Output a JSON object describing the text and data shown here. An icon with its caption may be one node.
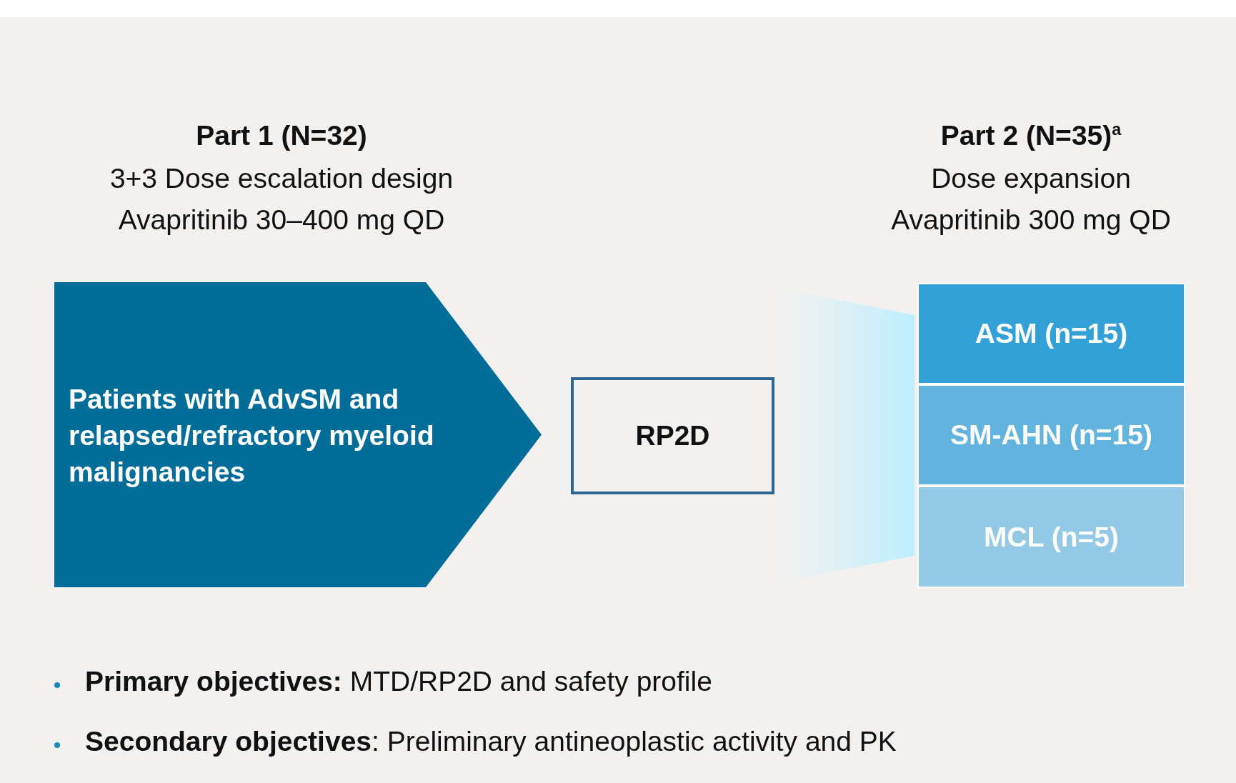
{
  "diagram": {
    "nodes": [
      {
        "text": [
          "Patients with AdvSM and relapsed/refractory myeloid malignancies"
        ]
      },
      {
        "text": [
          "RP2D"
        ]
      },
      {
        "text": [],
        "shape": "trapezoid"
      },
      {
        "text": [
          "ASM (n=15)"
        ]
      },
      {
        "text": [
          "SM-AHN (n=15)"
        ]
      },
      {
        "text": [
          "MCL (n=5)"
        ]
      }
    ],
    "labels": [
      "Part 1 (N=32)",
      "3+3 Dose escalation design",
      "Avapritinib 30–400 mg QD",
      "Part 2 (N=35)$^{a}$",
      "Dose expansion",
      "Avapritinib 300 mg QD",
      "**Primary objectives:** MTD/RP2D and safety profile",
      "**Secondary objectives**: Preliminary antineoplastic activity and PK"
    ]
  }
}
